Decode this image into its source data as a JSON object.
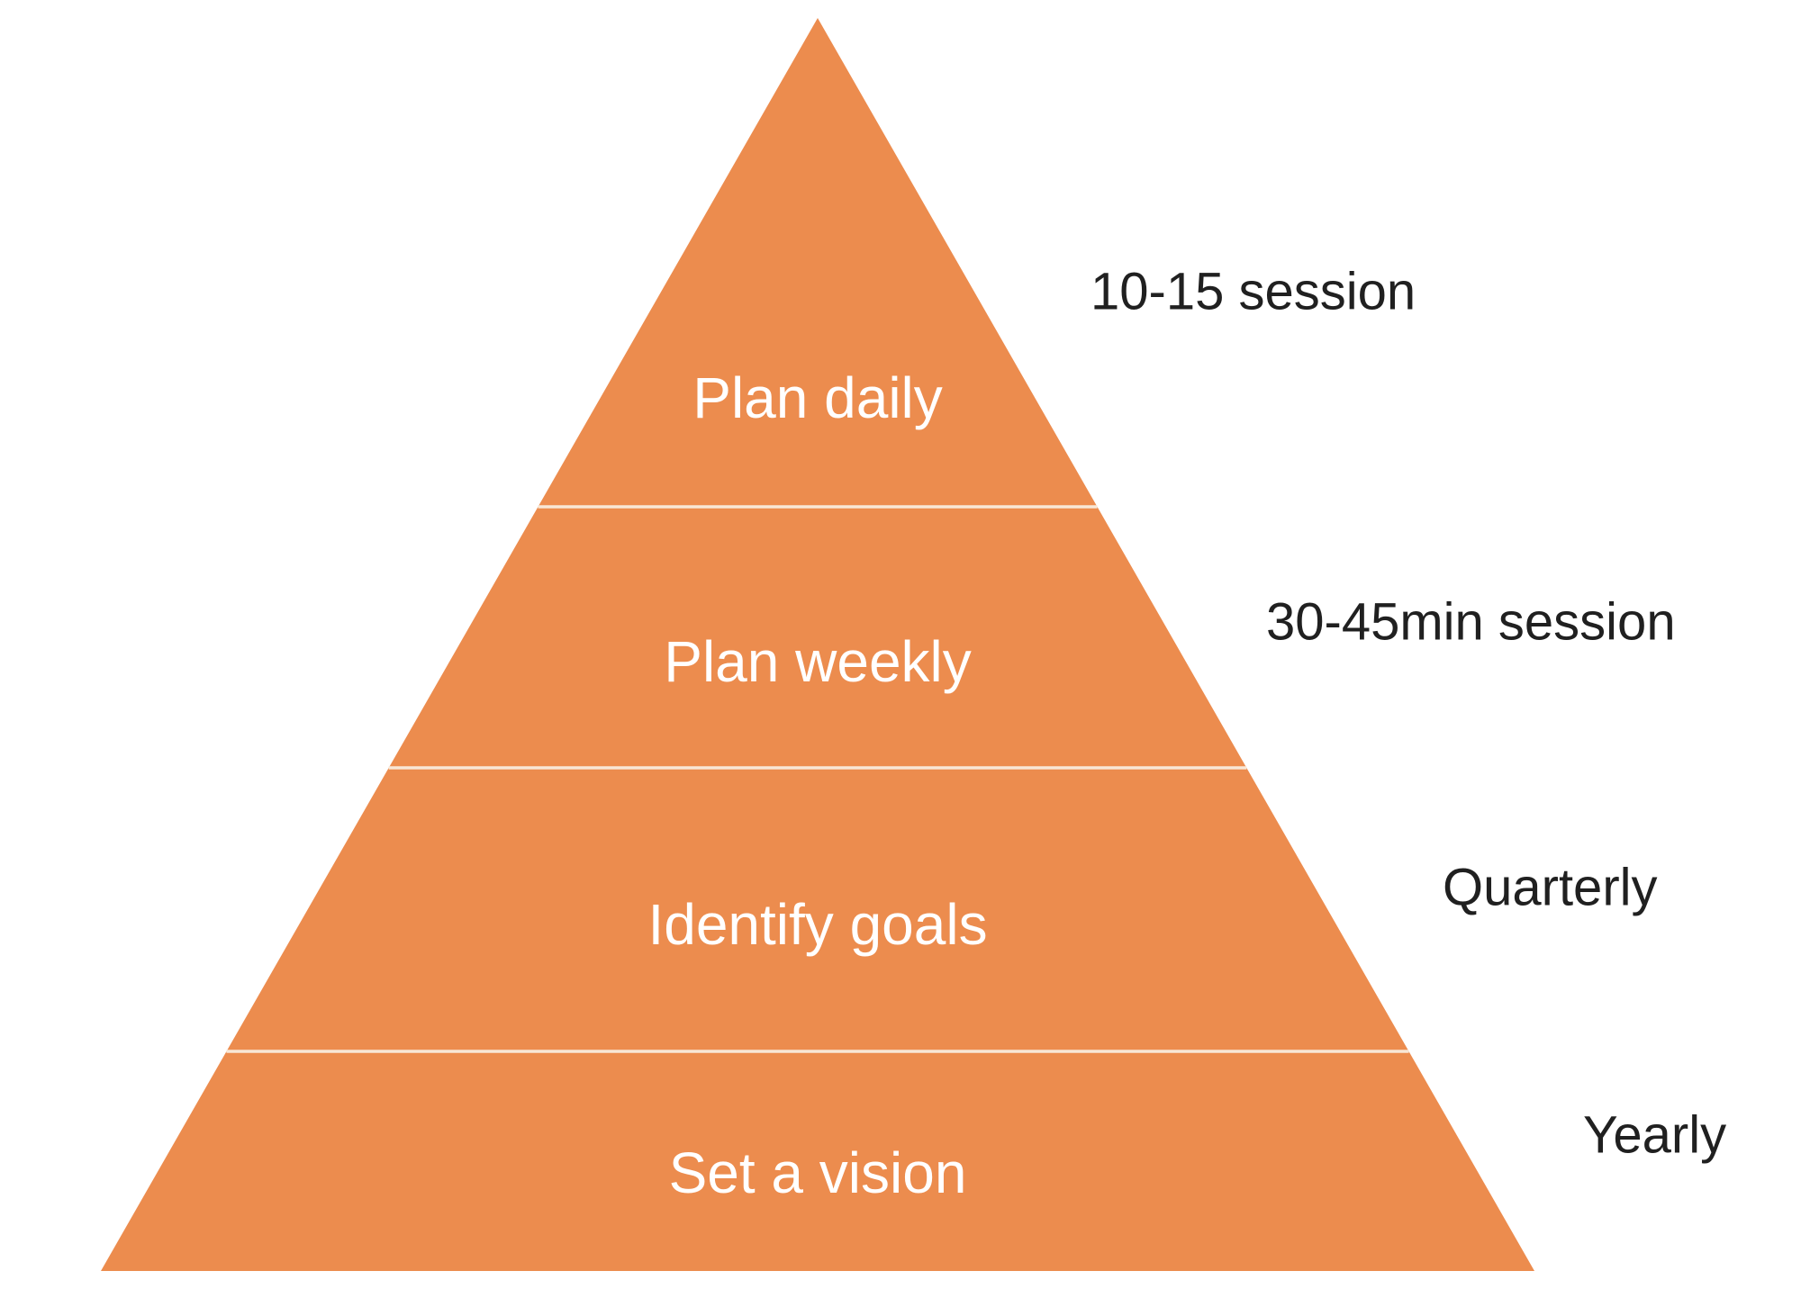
{
  "diagram": {
    "type": "pyramid",
    "levels": [
      {
        "label": "Plan daily",
        "annotation": "10-15 session"
      },
      {
        "label": "Plan weekly",
        "annotation": "30-45min session"
      },
      {
        "label": "Identify goals",
        "annotation": "Quarterly"
      },
      {
        "label": "Set a vision",
        "annotation": "Yearly"
      }
    ]
  },
  "colors": {
    "pyramid_fill": "#EC8C4E",
    "divider": "#F8E7D6",
    "tier_label_text": "#FFFFFF",
    "annotation_text": "#202020",
    "background": "#FFFFFF"
  }
}
